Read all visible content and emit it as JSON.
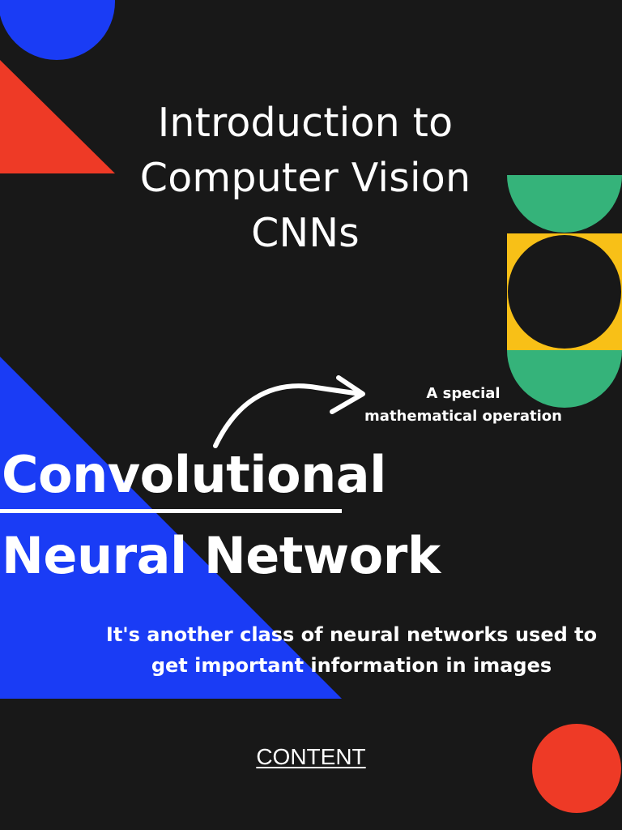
{
  "title": {
    "line1": "Introduction to",
    "line2": "Computer Vision",
    "line3": "CNNs"
  },
  "annotation": {
    "line1": "A special",
    "line2": "mathematical operation"
  },
  "headline": {
    "line1": "Convolutional",
    "line2": "Neural Network"
  },
  "description": {
    "line1": "It's another class of neural networks used to",
    "line2": "get important information in images"
  },
  "content_link": "CONTENT",
  "colors": {
    "background": "#181818",
    "blue": "#1a3cf5",
    "red": "#ee3a26",
    "green": "#35b37a",
    "yellow": "#f8c017",
    "text": "#ffffff"
  }
}
